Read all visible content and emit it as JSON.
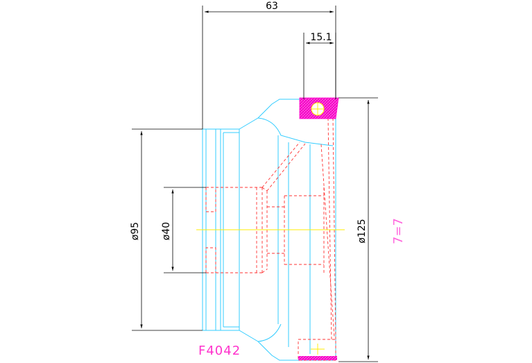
{
  "drawing": {
    "dimensions": {
      "overall_length": "63",
      "groove_offset": "15.1",
      "diameter_95": "ø95",
      "diameter_40": "ø40",
      "diameter_125": "ø125"
    },
    "part_number": "F4042",
    "annotation": "7=7"
  },
  "colors": {
    "outline": "#33ccff",
    "hidden": "#ff3333",
    "center": "#ffee00",
    "hatch": "#ff00cc",
    "dimension": "#000000",
    "text_magenta": "#ff33cc"
  }
}
